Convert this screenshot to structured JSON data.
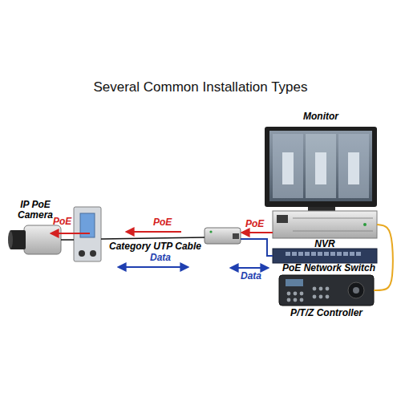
{
  "diagram": {
    "title": "Several Common Installation Types",
    "nodes": [
      {
        "text": [
          "Monitor"
        ]
      },
      {
        "text": [
          "IP PoE Camera"
        ]
      },
      {
        "text": [
          "NVR"
        ]
      },
      {
        "text": [
          "PoE Network Switch"
        ]
      },
      {
        "text": [
          "P/T/Z Controller"
        ]
      }
    ],
    "edges": [
      {
        "from": 2,
        "to": 4,
        "arrow": "none"
      }
    ],
    "labels": [
      "PoE",
      "PoE",
      "Category UTP Cable",
      "Data",
      "PoE",
      "Data"
    ]
  }
}
